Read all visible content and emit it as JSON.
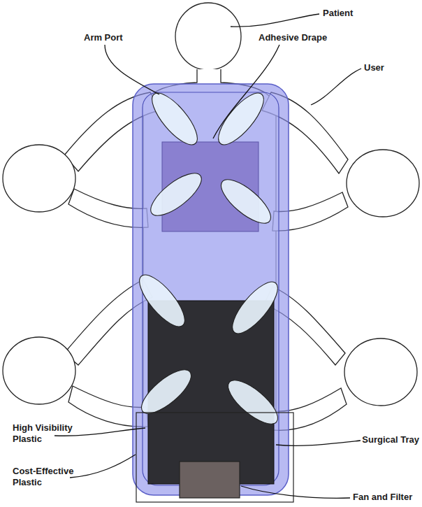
{
  "diagram": {
    "labels": [
      "Patient",
      "Arm Port",
      "Adhesive Drape",
      "User",
      "High Visibility Plastic",
      "Surgical Tray",
      "Cost-Effective Plastic",
      "Fan and Filter"
    ]
  }
}
